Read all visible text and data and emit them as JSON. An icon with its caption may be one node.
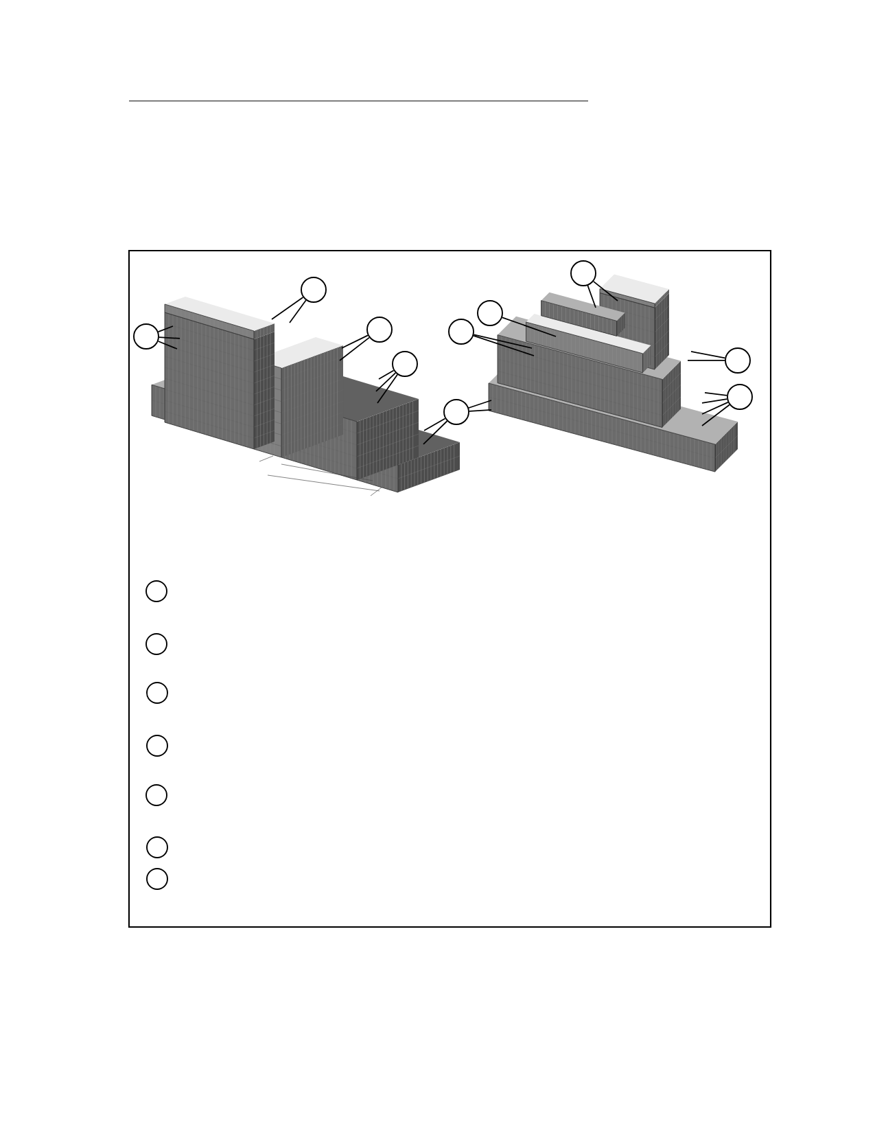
{
  "diagram": {
    "nodes": [
      {
        "text": [],
        "shape": "circle"
      },
      {
        "text": [],
        "shape": "circle"
      },
      {
        "text": [],
        "shape": "circle"
      },
      {
        "text": [],
        "shape": "circle"
      },
      {
        "text": [],
        "shape": "circle"
      },
      {
        "text": [],
        "shape": "circle"
      },
      {
        "text": [],
        "shape": "circle"
      },
      {
        "text": [],
        "shape": "circle"
      },
      {
        "text": [],
        "shape": "circle"
      },
      {
        "text": [],
        "shape": "circle"
      },
      {
        "text": [],
        "shape": "circle"
      },
      {
        "text": [],
        "shape": "circle"
      },
      {
        "text": [],
        "shape": "circle"
      },
      {
        "text": [],
        "shape": "circle"
      },
      {
        "text": [],
        "shape": "circle"
      },
      {
        "text": [],
        "shape": "circle"
      },
      {
        "text": [],
        "shape": "circle"
      }
    ],
    "edges": [
      {
        "from": 0,
        "to": null,
        "arrow": "none"
      },
      {
        "from": 0,
        "to": null,
        "arrow": "none"
      },
      {
        "from": 0,
        "to": null,
        "arrow": "none"
      },
      {
        "from": 1,
        "to": null,
        "arrow": "none"
      },
      {
        "from": 1,
        "to": null,
        "arrow": "none"
      },
      {
        "from": 2,
        "to": null,
        "arrow": "none"
      },
      {
        "from": 2,
        "to": null,
        "arrow": "none"
      },
      {
        "from": 3,
        "to": null,
        "arrow": "none"
      },
      {
        "from": 3,
        "to": null,
        "arrow": "none"
      },
      {
        "from": 3,
        "to": null,
        "arrow": "none"
      },
      {
        "from": 4,
        "to": null,
        "arrow": "none"
      },
      {
        "from": 4,
        "to": null,
        "arrow": "none"
      },
      {
        "from": 4,
        "to": null,
        "arrow": "none"
      },
      {
        "from": 4,
        "to": null,
        "arrow": "none"
      },
      {
        "from": 5,
        "to": null,
        "arrow": "none"
      },
      {
        "from": 5,
        "to": null,
        "arrow": "none"
      },
      {
        "from": 6,
        "to": null,
        "arrow": "none"
      },
      {
        "from": 7,
        "to": null,
        "arrow": "none"
      },
      {
        "from": 7,
        "to": null,
        "arrow": "none"
      },
      {
        "from": 8,
        "to": null,
        "arrow": "none"
      },
      {
        "from": 8,
        "to": null,
        "arrow": "none"
      },
      {
        "from": 9,
        "to": null,
        "arrow": "none"
      },
      {
        "from": 9,
        "to": null,
        "arrow": "none"
      },
      {
        "from": 9,
        "to": null,
        "arrow": "none"
      },
      {
        "from": 9,
        "to": null,
        "arrow": "none"
      }
    ]
  }
}
